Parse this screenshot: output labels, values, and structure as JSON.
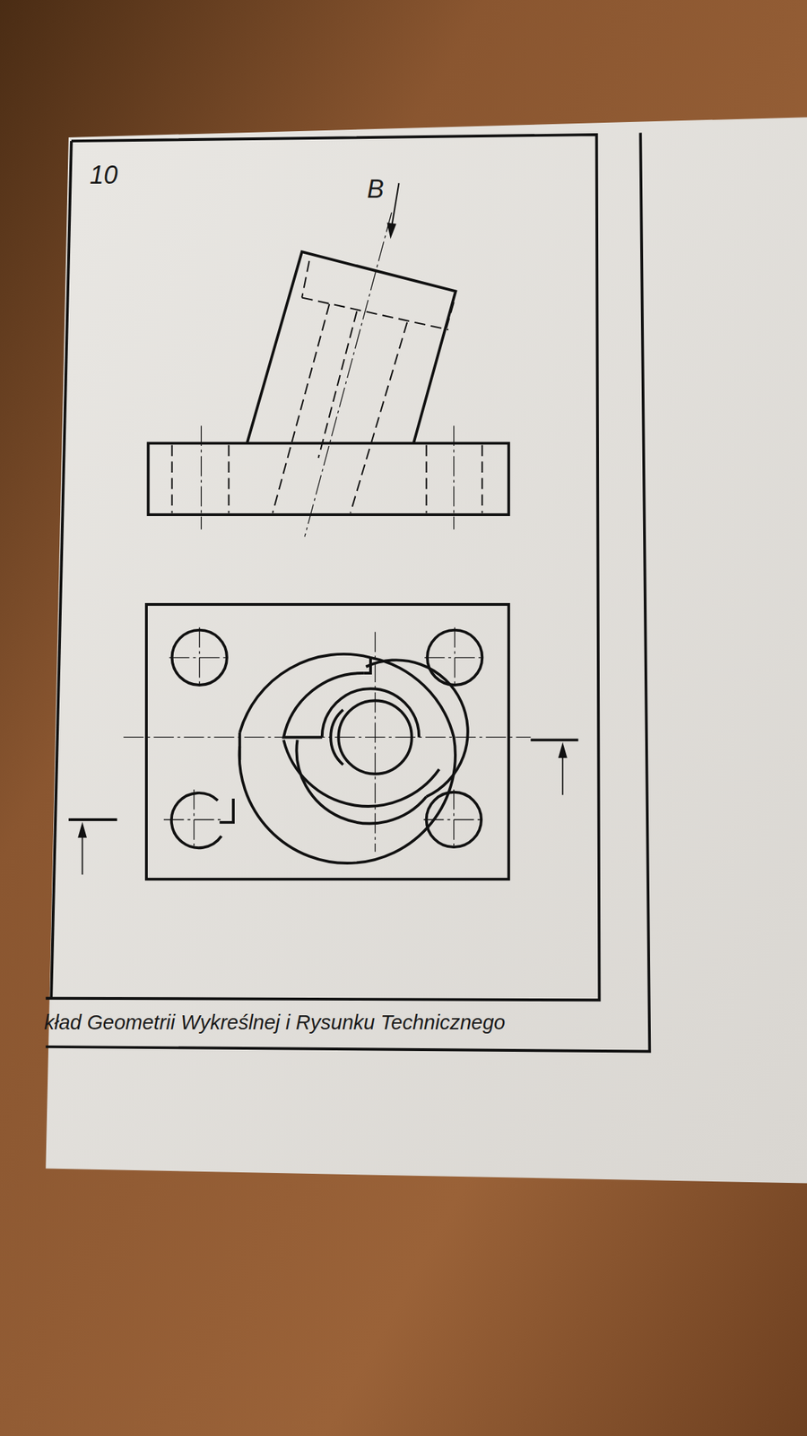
{
  "diagram": {
    "labels": [
      "10",
      "B",
      "kład Geometrii Wykreślnej i Rysunku Technicznego"
    ]
  }
}
